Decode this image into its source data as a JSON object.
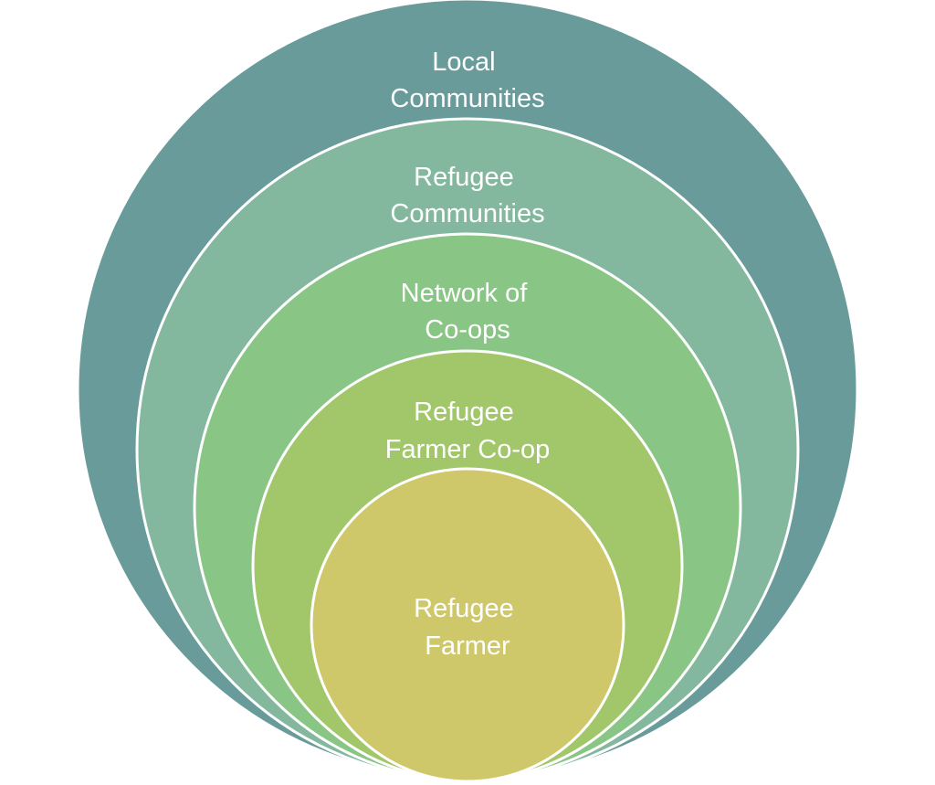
{
  "diagram": {
    "layers": [
      {
        "id": "local-communities",
        "line1": "Local",
        "line2": "Communities",
        "color": "#689b9a"
      },
      {
        "id": "refugee-communities",
        "line1": "Refugee",
        "line2": "Communities",
        "color": "#84b89e"
      },
      {
        "id": "network-of-coops",
        "line1": "Network of",
        "line2": "Co-ops",
        "color": "#89c585"
      },
      {
        "id": "refugee-farmer-coop",
        "line1": "Refugee",
        "line2": "Farmer Co-op",
        "color": "#a2c66a"
      },
      {
        "id": "refugee-farmer",
        "line1": "Refugee",
        "line2": "Farmer",
        "color": "#cfc86a"
      }
    ],
    "outline_color": "#ffffff"
  }
}
